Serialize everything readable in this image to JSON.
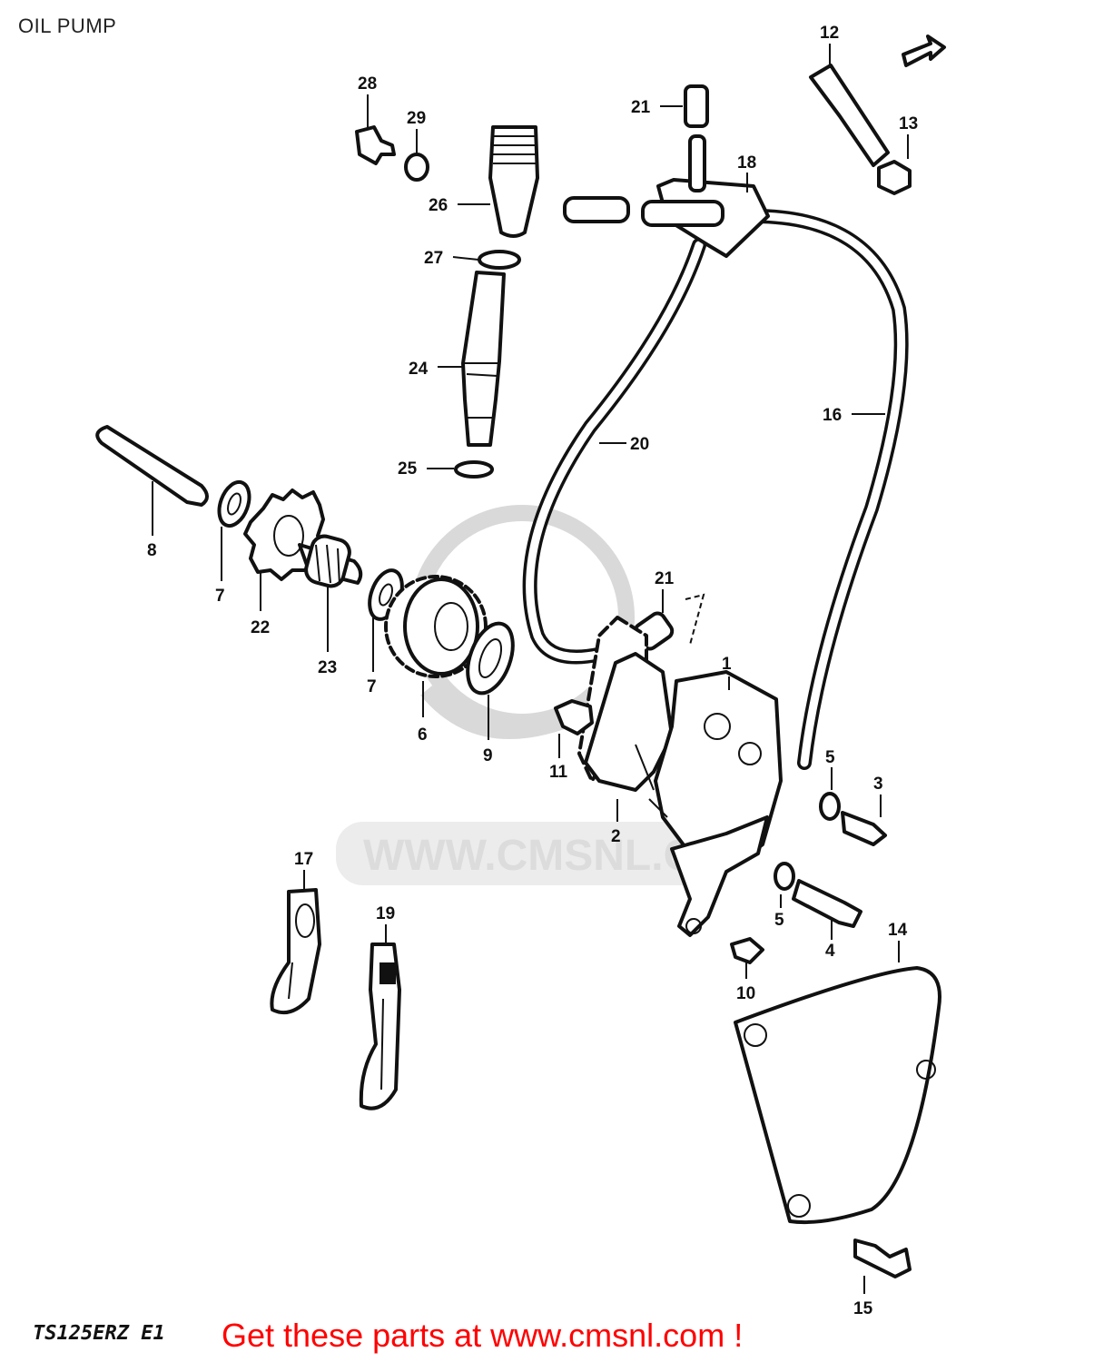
{
  "title": "OIL PUMP",
  "model_code": "TS125ERZ E1",
  "watermark": "WWW.CMSNL.CO",
  "promo_text": "Get these parts at www.cmsnl.com !",
  "colors": {
    "promo": "#ff0000",
    "line": "#111111",
    "watermark": "#d9d9d9"
  },
  "callouts": [
    "1",
    "2",
    "3",
    "4",
    "5",
    "5",
    "6",
    "7",
    "7",
    "8",
    "9",
    "10",
    "11",
    "12",
    "13",
    "14",
    "15",
    "16",
    "17",
    "18",
    "19",
    "20",
    "21",
    "21",
    "22",
    "23",
    "24",
    "25",
    "26",
    "27",
    "28",
    "29"
  ]
}
